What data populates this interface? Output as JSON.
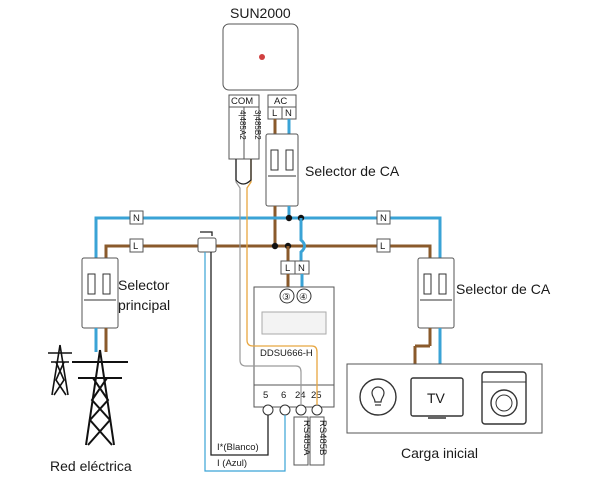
{
  "inverter": {
    "name": "SUN2000",
    "com": "COM",
    "ac": "AC",
    "l": "L",
    "n": "N",
    "pin1": "3|485B2",
    "pin2": "4|485A2"
  },
  "ac_switch_top": {
    "label": "Selector de CA"
  },
  "ac_switch_right": {
    "label": "Selector de CA"
  },
  "main_switch": {
    "label_line1": "Selector",
    "label_line2": "principal"
  },
  "bus": {
    "n": "N",
    "l": "L"
  },
  "meter": {
    "model": "DDSU666-H",
    "t3": "③",
    "t4": "④",
    "l": "L",
    "n": "N",
    "terminals": [
      "5",
      "6",
      "24",
      "25"
    ],
    "rs485a": "RS485A",
    "rs485b": "RS485B"
  },
  "ct": {
    "white": "I*(Blanco)",
    "blue": "I  (Azul)"
  },
  "grid": {
    "label": "Red eléctrica"
  },
  "load": {
    "label": "Carga inicial",
    "tv": "TV"
  }
}
